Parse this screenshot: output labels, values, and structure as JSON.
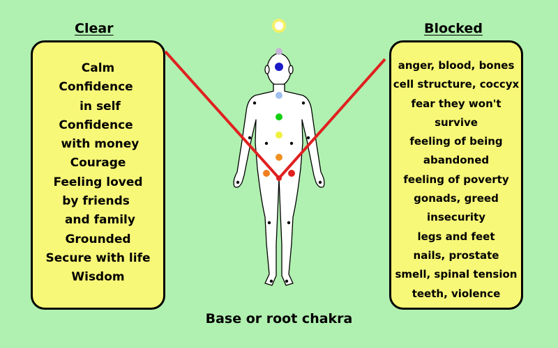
{
  "left_panel": {
    "title": "Clear",
    "items": [
      "Calm",
      "Confidence ",
      " in self",
      "Confidence ",
      " with money",
      "Courage",
      "Feeling loved",
      "by friends ",
      " and family",
      "Grounded",
      "Secure with life",
      "Wisdom"
    ]
  },
  "right_panel": {
    "title": "Blocked",
    "items": [
      "anger, blood, bones",
      "cell structure, coccyx",
      "fear they won't",
      "survive",
      "feeling of being",
      "abandoned",
      "feeling of poverty",
      "gonads, greed",
      "insecurity",
      "legs and feet",
      "nails, prostate",
      "smell, spinal tension",
      "teeth, violence"
    ]
  },
  "caption": "Base or root chakra",
  "colors": {
    "background": "#b0f0b0",
    "panel_fill": "#f8f878",
    "v_line": "#e02020",
    "chakras": [
      "#ffffff",
      "#c8b4d8",
      "#1a1ac8",
      "#a0c0f0",
      "#10d010",
      "#f0f040",
      "#f09020",
      "#f08020",
      "#e02020"
    ]
  },
  "icons": [
    "human-figure",
    "chakra-dot",
    "crown-light"
  ]
}
